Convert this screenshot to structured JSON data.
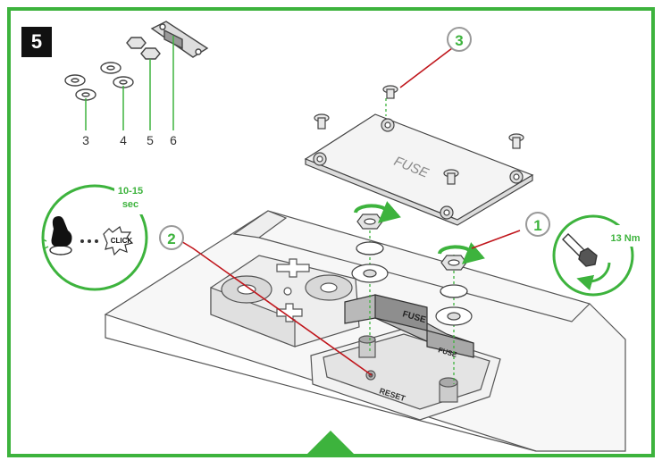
{
  "step": {
    "number": "5"
  },
  "parts": [
    {
      "number": "3"
    },
    {
      "number": "4"
    },
    {
      "number": "5"
    },
    {
      "number": "6"
    }
  ],
  "callouts": [
    {
      "number": "1"
    },
    {
      "number": "2"
    },
    {
      "number": "3"
    }
  ],
  "reset_hint": {
    "duration": "10-15",
    "unit": "sec",
    "click": "CLICK"
  },
  "torque": {
    "value": "13 Nm"
  },
  "labels": {
    "fuse_cover": "FUSE",
    "fuse": "FUSE",
    "fuse_small": "FUSE",
    "reset": "RESET"
  },
  "colors": {
    "accent_green": "#3db33d",
    "callout_red": "#c0161c",
    "frame_green": "#3db33d"
  }
}
